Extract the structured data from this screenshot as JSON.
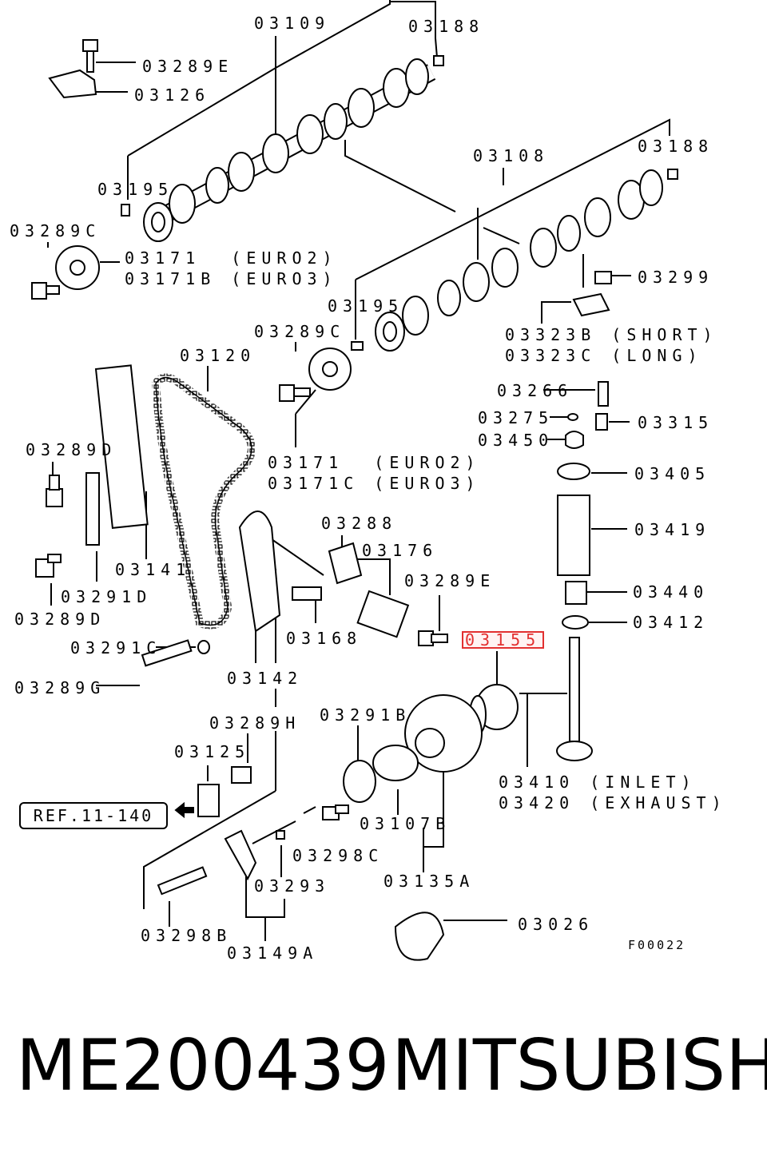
{
  "labels": {
    "l03109": "03109",
    "l03188a": "03188",
    "l03289e_top": "03289E",
    "l03126": "03126",
    "l03108": "03108",
    "l03188b": "03188",
    "l03195a": "03195",
    "l03289c_a": "03289C",
    "l03171_a": "03171  (EURO2)",
    "l03171b": "03171B (EURO3)",
    "l03299": "03299",
    "l03195b": "03195",
    "l03323b": "03323B (SHORT)",
    "l03323c": "03323C (LONG)",
    "l03289c_b": "03289C",
    "l03120": "03120",
    "l03266": "03266",
    "l03275": "03275",
    "l03315": "03315",
    "l03450": "03450",
    "l03289d_a": "03289D",
    "l03171_b": "03171  (EURO2)",
    "l03171c": "03171C (EURO3)",
    "l03405": "03405",
    "l03288": "03288",
    "l03419": "03419",
    "l03176": "03176",
    "l03141": "03141",
    "l03289e_mid": "03289E",
    "l03291d": "03291D",
    "l03440": "03440",
    "l03289d_b": "03289D",
    "l03168": "03168",
    "l03412": "03412",
    "l03291c": "03291C",
    "l03155": "03155",
    "l03142": "03142",
    "l03289g": "03289G",
    "l03291b": "03291B",
    "l03289h": "03289H",
    "l03125": "03125",
    "l03410": "03410 (INLET)",
    "l03420": "03420 (EXHAUST)",
    "l03107b": "03107B",
    "l03298c": "03298C",
    "l03293": "03293",
    "l03135a": "03135A",
    "l03026": "03026",
    "l03298b": "03298B",
    "l03149a": "03149A"
  },
  "ref": "REF.11-140",
  "figure_code": "F00022",
  "footer": {
    "part_number": "ME200439",
    "brand": "MITSUBISHI"
  },
  "colors": {
    "highlight": "#e23030",
    "ink": "#000000"
  }
}
